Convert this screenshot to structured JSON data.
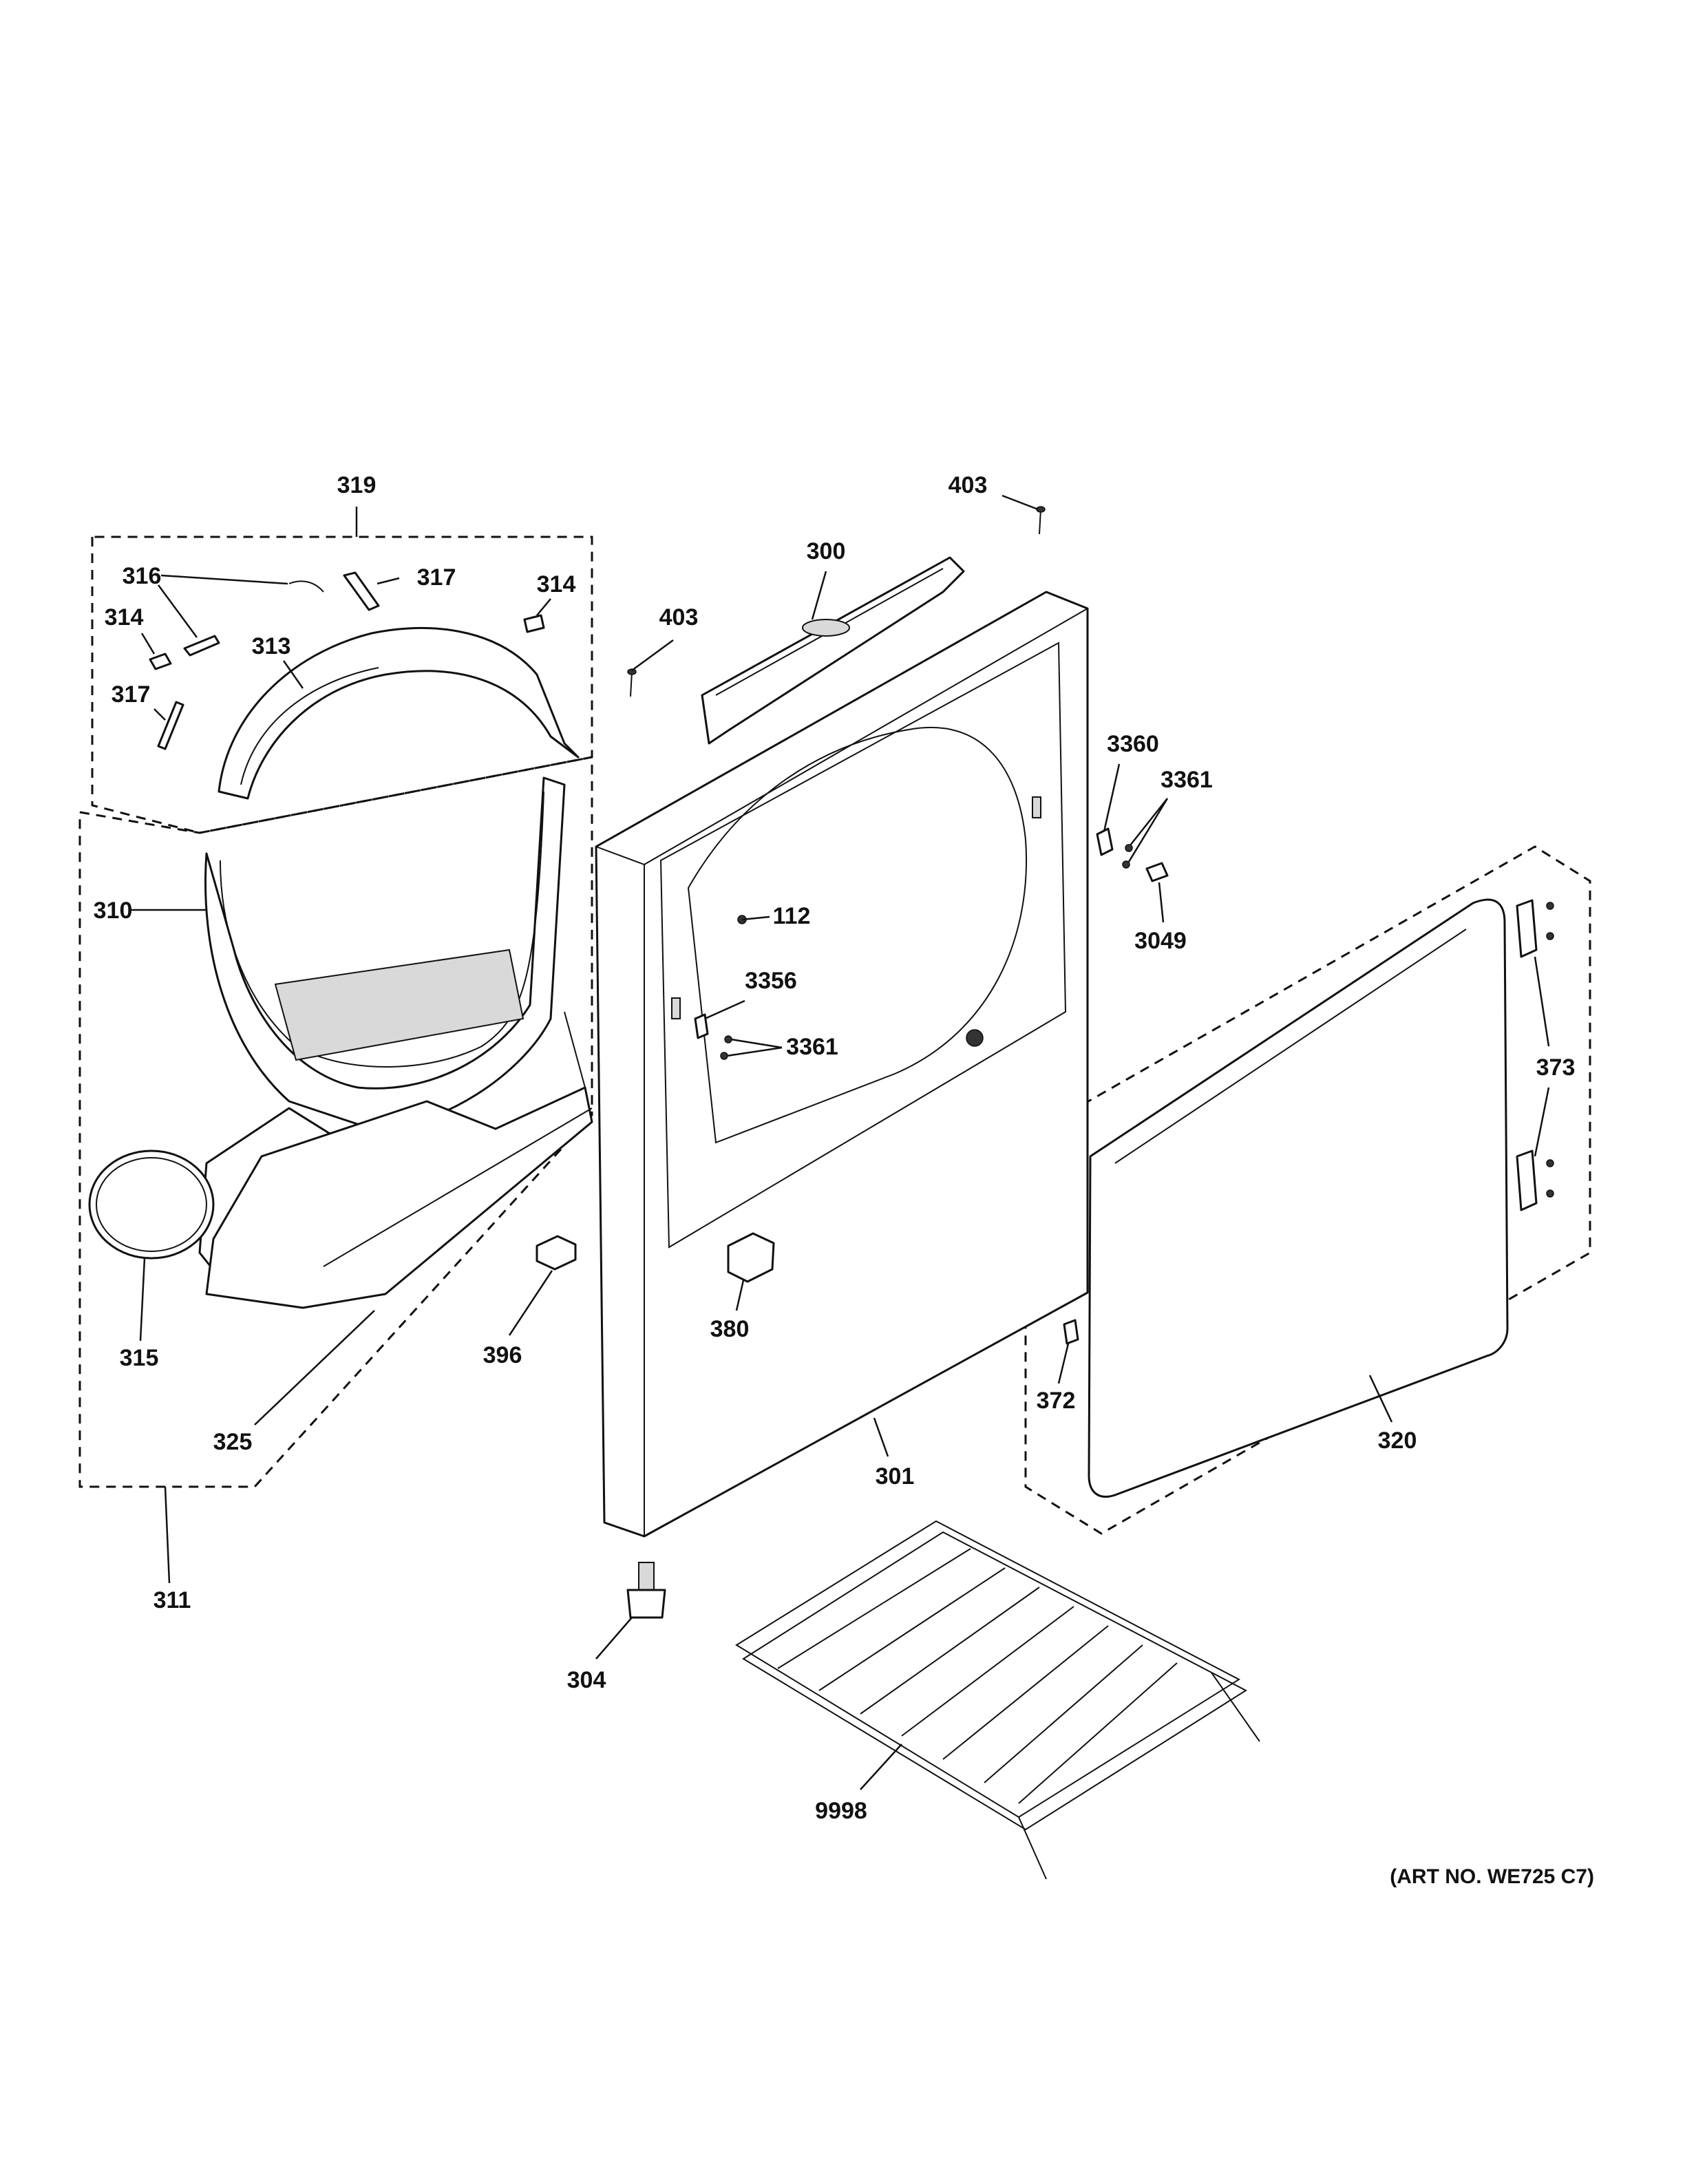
{
  "callouts": [
    {
      "id": "c319",
      "label": "319"
    },
    {
      "id": "c316",
      "label": "316"
    },
    {
      "id": "c317a",
      "label": "317"
    },
    {
      "id": "c314a",
      "label": "314"
    },
    {
      "id": "c314b",
      "label": "314"
    },
    {
      "id": "c313",
      "label": "313"
    },
    {
      "id": "c317b",
      "label": "317"
    },
    {
      "id": "c310",
      "label": "310"
    },
    {
      "id": "c315",
      "label": "315"
    },
    {
      "id": "c325",
      "label": "325"
    },
    {
      "id": "c311",
      "label": "311"
    },
    {
      "id": "c396",
      "label": "396"
    },
    {
      "id": "c403a",
      "label": "403"
    },
    {
      "id": "c403b",
      "label": "403"
    },
    {
      "id": "c300",
      "label": "300"
    },
    {
      "id": "c112",
      "label": "112"
    },
    {
      "id": "c3356",
      "label": "3356"
    },
    {
      "id": "c3361a",
      "label": "3361"
    },
    {
      "id": "c380",
      "label": "380"
    },
    {
      "id": "c301",
      "label": "301"
    },
    {
      "id": "c304",
      "label": "304"
    },
    {
      "id": "c9998",
      "label": "9998"
    },
    {
      "id": "c3360",
      "label": "3360"
    },
    {
      "id": "c3361b",
      "label": "3361"
    },
    {
      "id": "c3049",
      "label": "3049"
    },
    {
      "id": "c373",
      "label": "373"
    },
    {
      "id": "c372",
      "label": "372"
    },
    {
      "id": "c320",
      "label": "320"
    }
  ],
  "art_number": "(ART NO. WE725 C7)"
}
